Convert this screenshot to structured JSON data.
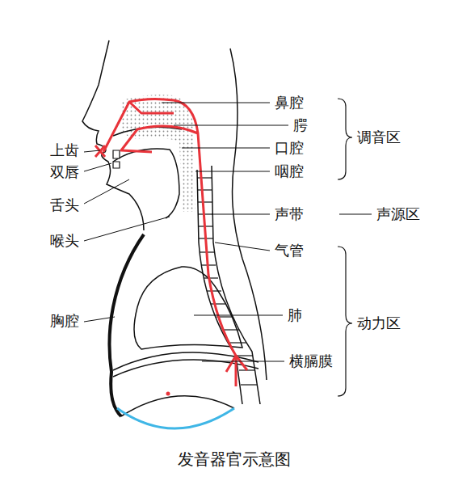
{
  "diagram": {
    "caption": "发音器官示意图",
    "labels": [
      "鼻腔",
      "腭",
      "口腔",
      "咽腔",
      "声带",
      "气管",
      "肺",
      "横膈膜",
      "调音区",
      "声源区",
      "动力区",
      "上齿",
      "双唇",
      "舌头",
      "喉头",
      "胸腔"
    ]
  }
}
